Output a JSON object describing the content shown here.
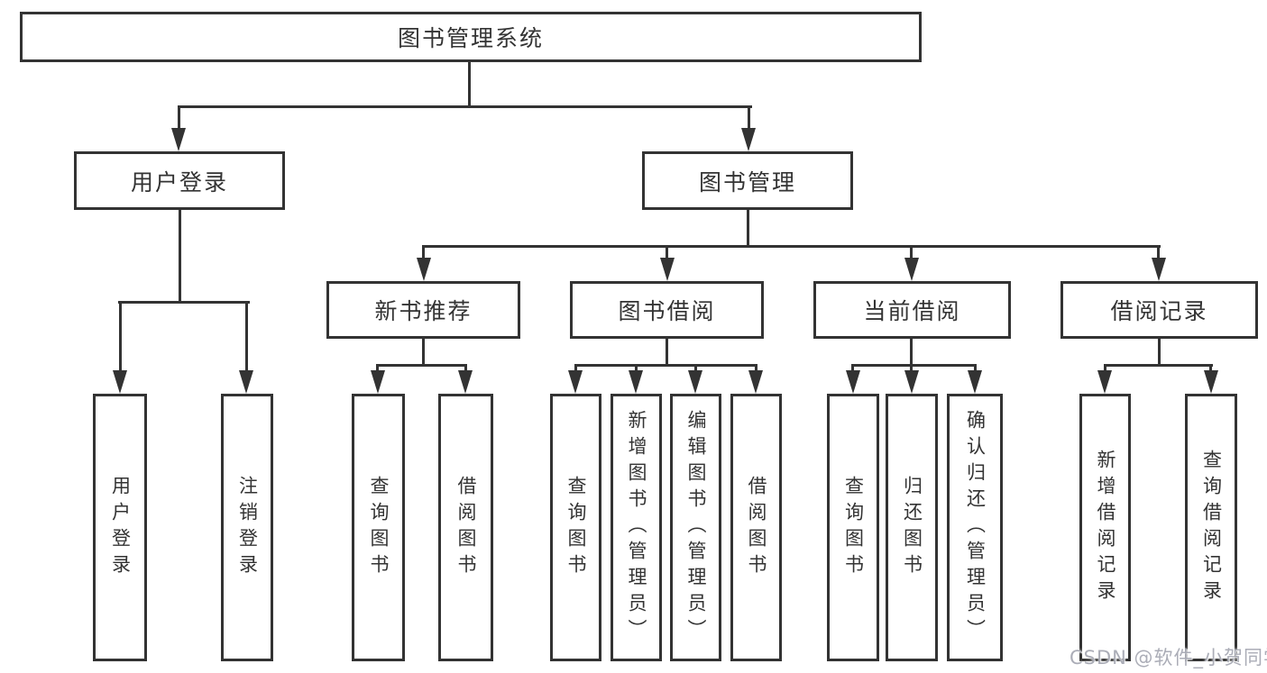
{
  "diagram": {
    "title": "图书管理系统",
    "watermark": "CSDN @软件_小贺同学",
    "colors": {
      "line": "#333333",
      "text": "#333333",
      "background": "#ffffff",
      "watermark": "#a7a9b3"
    },
    "nodes": {
      "root": "图书管理系统",
      "user_login": "用户登录",
      "book_mgmt": "图书管理",
      "new_book_rec": "新书推荐",
      "book_borrow": "图书借阅",
      "current_borrow": "当前借阅",
      "borrow_records": "借阅记录",
      "leaf_user_login": "用户登录",
      "leaf_logout": "注销登录",
      "rec_query_book": "查询图书",
      "rec_borrow_book": "借阅图书",
      "bor_query_book": "查询图书",
      "bor_add_book": "新增图书（管理员）",
      "bor_edit_book": "编辑图书（管理员）",
      "bor_borrow_book": "借阅图书",
      "cur_query_book": "查询图书",
      "cur_return_book": "归还图书",
      "cur_confirm_return": "确认归还（管理员）",
      "rc_add_record": "新增借阅记录",
      "rc_query_record": "查询借阅记录"
    },
    "hierarchy": {
      "图书管理系统": [
        "用户登录",
        "图书管理"
      ],
      "用户登录": [
        "用户登录",
        "注销登录"
      ],
      "图书管理": [
        "新书推荐",
        "图书借阅",
        "当前借阅",
        "借阅记录"
      ],
      "新书推荐": [
        "查询图书",
        "借阅图书"
      ],
      "图书借阅": [
        "查询图书",
        "新增图书（管理员）",
        "编辑图书（管理员）",
        "借阅图书"
      ],
      "当前借阅": [
        "查询图书",
        "归还图书",
        "确认归还（管理员）"
      ],
      "借阅记录": [
        "新增借阅记录",
        "查询借阅记录"
      ]
    }
  }
}
